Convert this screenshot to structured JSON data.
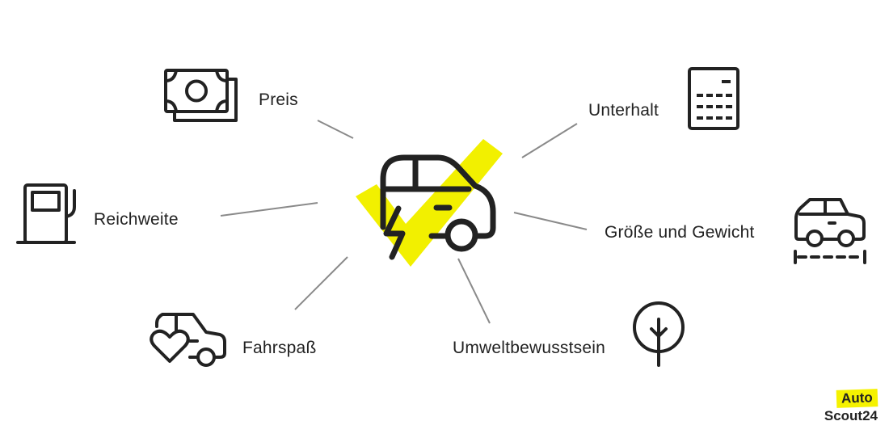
{
  "diagram": {
    "accent_color": "#f2f000",
    "stroke_color": "#222222",
    "connector_color": "#8a8a8a",
    "center_icon": "electric-car-icon",
    "labels": {
      "preis": "Preis",
      "unterhalt": "Unterhalt",
      "reichweite": "Reichweite",
      "groesse": "Größe und Gewicht",
      "fahrspass": "Fahrspaß",
      "umwelt": "Umweltbewusstsein"
    },
    "icons": {
      "preis": "money-icon",
      "unterhalt": "calculator-icon",
      "reichweite": "fuel-pump-icon",
      "groesse": "car-size-icon",
      "fahrspass": "car-heart-icon",
      "umwelt": "tree-icon"
    }
  },
  "logo": {
    "line1": "Auto",
    "line2": "Scout24"
  }
}
